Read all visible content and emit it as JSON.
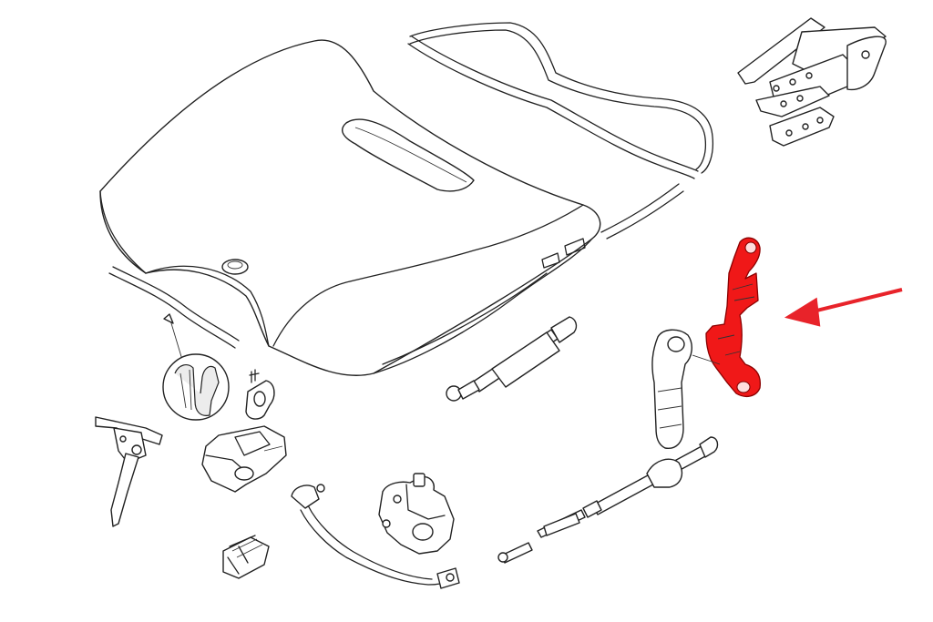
{
  "diagram": {
    "highlight_color": "#f01818",
    "arrow_color": "#e8232a",
    "line_color": "#222222",
    "parts": [
      {
        "id": "hood-panel",
        "highlighted": false
      },
      {
        "id": "hood-rear-seal-strip",
        "highlighted": false
      },
      {
        "id": "hood-side-seal-strip",
        "highlighted": false
      },
      {
        "id": "hood-front-seal-strip",
        "highlighted": false
      },
      {
        "id": "seal-profile-detail",
        "highlighted": false
      },
      {
        "id": "hood-hinge-assembly",
        "highlighted": false
      },
      {
        "id": "gas-strut",
        "highlighted": false
      },
      {
        "id": "hood-bracket-highlighted",
        "highlighted": true
      },
      {
        "id": "hinge-arm",
        "highlighted": false
      },
      {
        "id": "release-cable",
        "highlighted": false
      },
      {
        "id": "release-lever",
        "highlighted": false
      },
      {
        "id": "lock-carrier-block",
        "highlighted": false
      },
      {
        "id": "eye-bolt",
        "highlighted": false
      },
      {
        "id": "hood-lock-latch",
        "highlighted": false
      },
      {
        "id": "bowden-cable",
        "highlighted": false
      },
      {
        "id": "cable-clip",
        "highlighted": false
      }
    ]
  }
}
